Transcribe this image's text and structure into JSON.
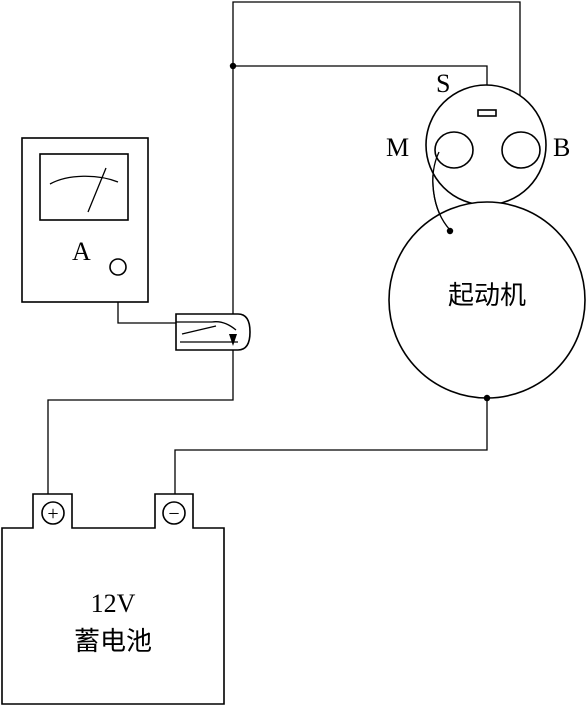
{
  "labels": {
    "ammeter": "A",
    "terminal_s": "S",
    "terminal_m": "M",
    "terminal_b": "B",
    "starter": "起动机",
    "battery_voltage": "12V",
    "battery": "蓄电池"
  },
  "battery_terminals": {
    "positive": "+",
    "negative": "−"
  }
}
